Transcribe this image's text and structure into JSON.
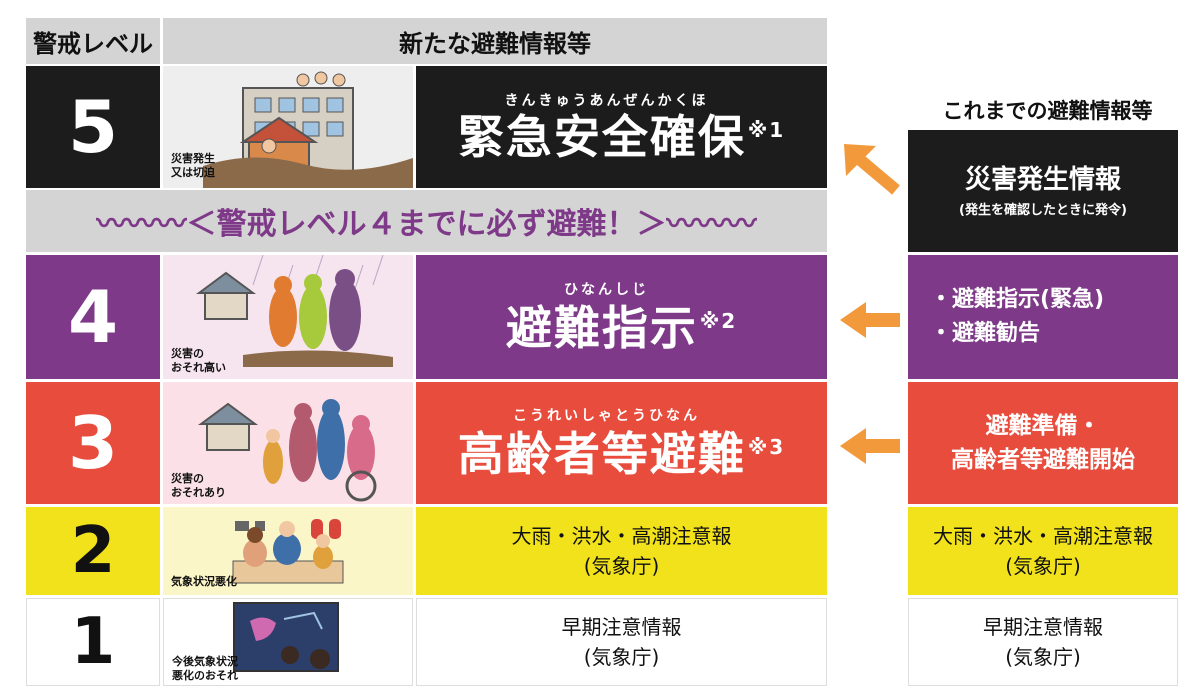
{
  "header": {
    "level_label": "警戒レベル",
    "new_info_label": "新たな避難情報等",
    "previous_info_label": "これまでの避難情報等"
  },
  "colors": {
    "level5": "#1c1c1c",
    "level4": "#7e3a88",
    "level3": "#e74c3c",
    "level2": "#f2e21c",
    "level1": "#ffffff",
    "banner_bg": "#d4d4d4",
    "banner_text": "#7e3a88",
    "arrow": "#f29a3b"
  },
  "banner": "〰〰〰＜警戒レベル４までに必ず避難！＞〰〰〰",
  "levels": [
    {
      "number": "5",
      "picture_caption_1": "災害発生",
      "picture_caption_2": "又は切迫",
      "ruby": "きんきゅうあんぜんかくほ",
      "info": "緊急安全確保",
      "note": "※1",
      "previous": "災害発生情報",
      "previous_sub": "(発生を確認したときに発令)"
    },
    {
      "number": "4",
      "picture_caption_1": "災害の",
      "picture_caption_2": "おそれ高い",
      "ruby": "ひなんしじ",
      "info": "避難指示",
      "note": "※2",
      "previous_1": "・避難指示(緊急)",
      "previous_2": "・避難勧告"
    },
    {
      "number": "3",
      "picture_caption_1": "災害の",
      "picture_caption_2": "おそれあり",
      "ruby": "こうれいしゃとうひなん",
      "info": "高齢者等避難",
      "note": "※3",
      "previous_1": "避難準備・",
      "previous_2": "高齢者等避難開始"
    },
    {
      "number": "2",
      "picture_caption_1": "気象状況悪化",
      "info_1": "大雨・洪水・高潮注意報",
      "info_2": "(気象庁)",
      "previous_1": "大雨・洪水・高潮注意報",
      "previous_2": "(気象庁)"
    },
    {
      "number": "1",
      "picture_caption_1": "今後気象状況",
      "picture_caption_2": "悪化のおそれ",
      "info_1": "早期注意情報",
      "info_2": "(気象庁)",
      "previous_1": "早期注意情報",
      "previous_2": "(気象庁)"
    }
  ]
}
